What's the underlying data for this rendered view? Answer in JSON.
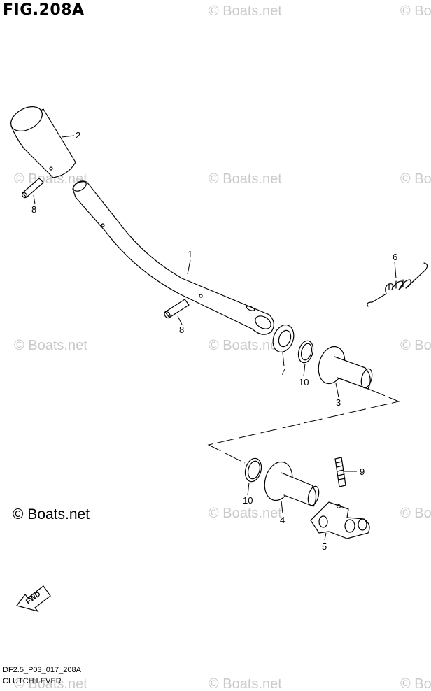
{
  "figure": {
    "title": "FIG.208A",
    "code": "DF2.5_P03_017_208A",
    "caption": "CLUTCH LEVER"
  },
  "watermark": {
    "text": "© Boats.net",
    "color": "#c9c9c9"
  },
  "main_watermark": "© Boats.net",
  "fwd_label": "FWD",
  "callouts": {
    "c1": "1",
    "c2": "2",
    "c3": "3",
    "c4": "4",
    "c5": "5",
    "c6": "6",
    "c7": "7",
    "c8a": "8",
    "c8b": "8",
    "c9": "9",
    "c10a": "10",
    "c10b": "10"
  },
  "icons": {
    "fwd_arrow": "fwd-arrow-icon"
  }
}
